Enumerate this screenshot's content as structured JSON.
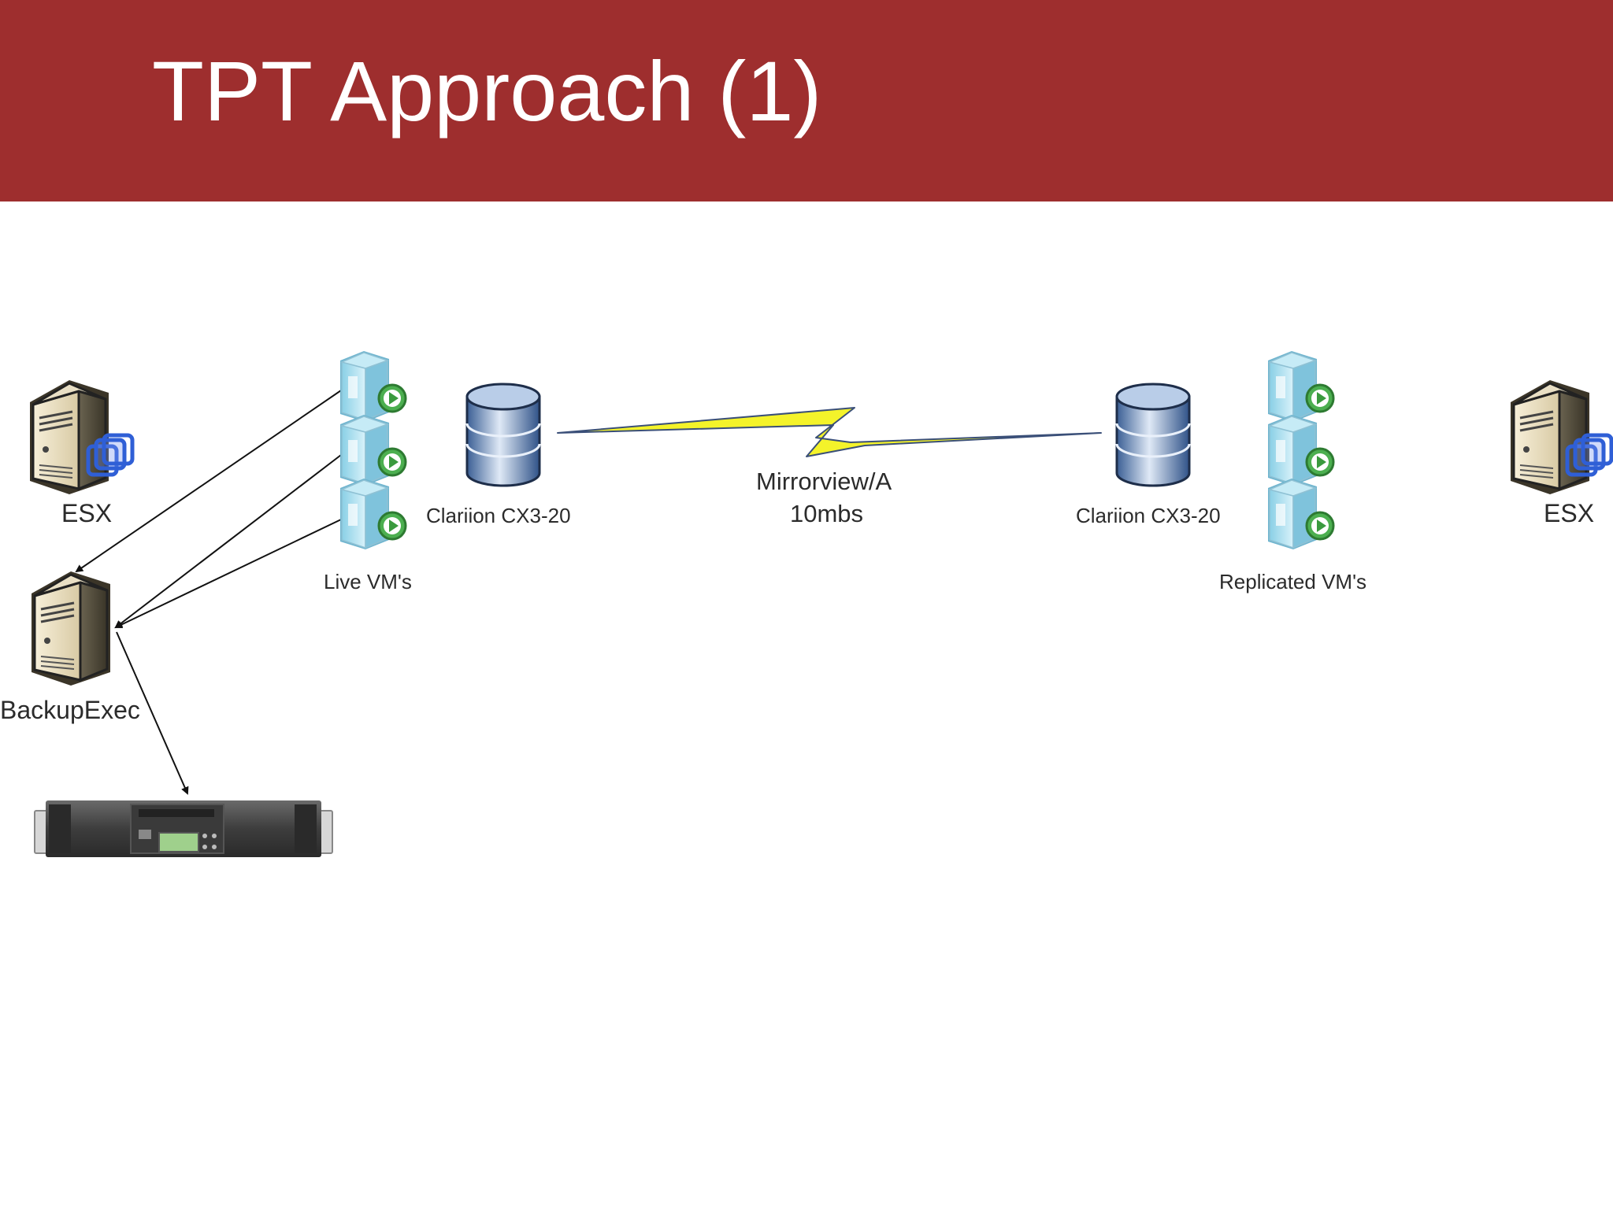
{
  "slide": {
    "title": "TPT Approach (1)"
  },
  "colors": {
    "header": "#9e2e2e",
    "title_text": "#ffffff",
    "label_text": "#2b2b2b",
    "lightning": "#f4f32a"
  },
  "diagram": {
    "left_esx": {
      "label": "ESX",
      "icon": "server-tower-icon"
    },
    "right_esx": {
      "label": "ESX",
      "icon": "server-tower-icon"
    },
    "backup_server": {
      "label": "BackupExec",
      "icon": "server-tower-icon"
    },
    "live_vms": {
      "label": "Live VM's",
      "icon": "vm-stack-icon"
    },
    "replicated_vms": {
      "label": "Replicated VM's",
      "icon": "vm-stack-icon"
    },
    "primary_storage": {
      "label": "Clariion CX3-20",
      "icon": "database-icon"
    },
    "replica_storage": {
      "label": "Clariion CX3-20",
      "icon": "database-icon"
    },
    "link": {
      "label_line1": "Mirrorview/A",
      "label_line2": "10mbs",
      "icon": "lightning-link-icon"
    },
    "tape": {
      "icon": "tape-library-icon"
    }
  }
}
